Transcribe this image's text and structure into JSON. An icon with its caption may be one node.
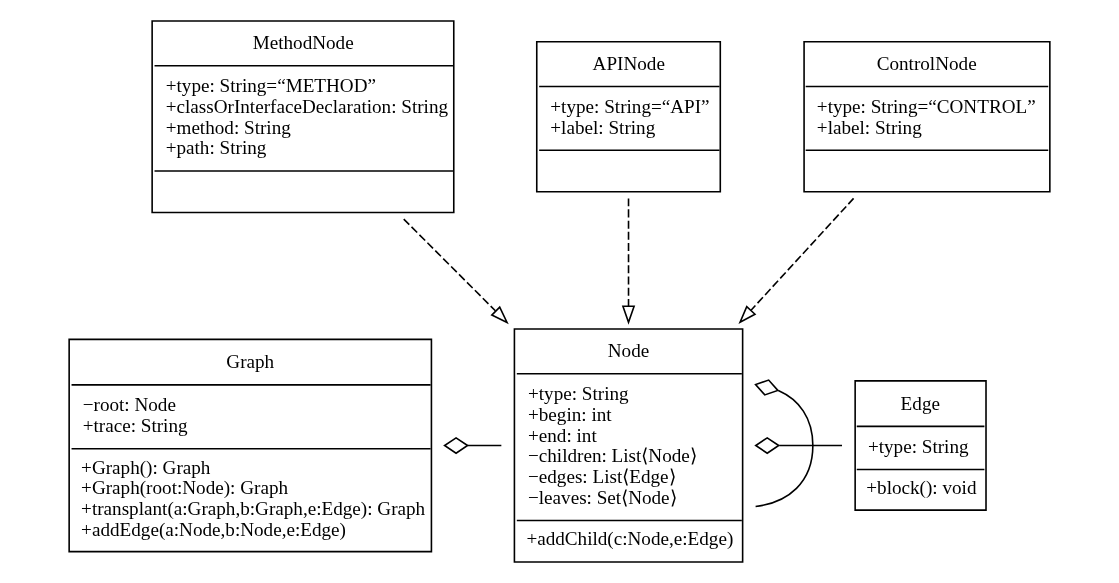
{
  "diagram": {
    "nodes": [
      {
        "text": [
          "Graph",
          "−root: Node",
          "+trace: String",
          "+Graph(): Graph",
          "+Graph(root:Node): Graph",
          "+transplant(a:Graph,b:Graph,e:Edge): Graph",
          "+addEdge(a:Node,b:Node,e:Edge)"
        ]
      },
      {
        "text": [
          "Node",
          "+type: String",
          "+begin: int",
          "+end: int",
          "−children: List⟨Node⟩",
          "−edges: List⟨Edge⟩",
          "−leaves: Set⟨Node⟩",
          "+addChild(c:Node,e:Edge)"
        ]
      },
      {
        "text": [
          "Edge",
          "+type: String",
          "+block(): void"
        ]
      },
      {
        "text": [
          "MethodNode",
          "+type: String=“METHOD”",
          "+classOrInterfaceDeclaration: String",
          "+method: String",
          "+path: String"
        ]
      },
      {
        "text": [
          "APINode",
          "+type: String=“API”",
          "+label: String"
        ]
      },
      {
        "text": [
          "ControlNode",
          "+type: String=“CONTROL”",
          "+label: String"
        ]
      }
    ],
    "edges": [
      {
        "from": 0,
        "to": 1,
        "arrow": "other"
      },
      {
        "from": 1,
        "to": 1,
        "arrow": "other"
      },
      {
        "from": 1,
        "to": 2,
        "arrow": "other"
      },
      {
        "from": 3,
        "to": 1,
        "arrow": "to",
        "style": "dashed"
      },
      {
        "from": 4,
        "to": 1,
        "arrow": "to",
        "style": "dashed"
      },
      {
        "from": 5,
        "to": 1,
        "arrow": "to",
        "style": "dashed"
      }
    ]
  }
}
